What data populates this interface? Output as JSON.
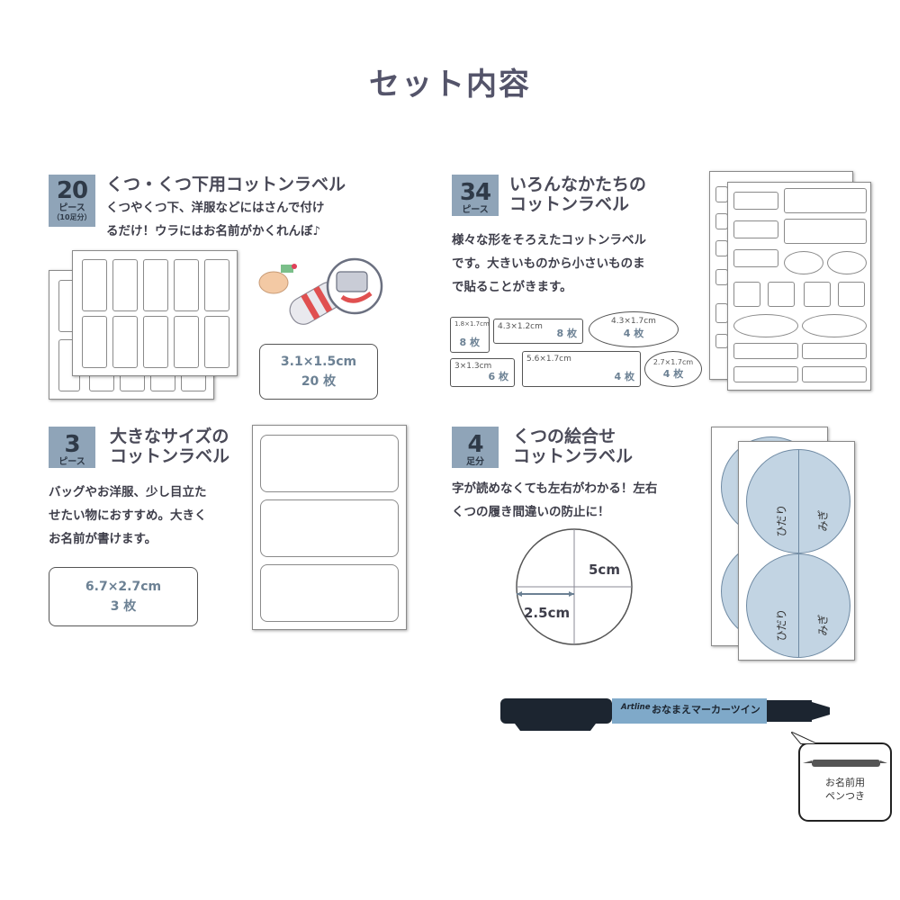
{
  "page": {
    "title": "セット内容"
  },
  "sections": [
    {
      "badge": {
        "number": "20",
        "unit": "ピース",
        "sub": "（10足分）"
      },
      "title": "くつ・くつ下用コットンラベル",
      "desc": [
        "くつやくつ下、洋服などにはさんで付け",
        "るだけ！ウラにはお名前がかくれんぼ♪"
      ],
      "spec": {
        "size": "3.1×1.5cm",
        "count": "20 枚"
      }
    },
    {
      "badge": {
        "number": "34",
        "unit": "ピース"
      },
      "title": [
        "いろんなかたちの",
        "コットンラベル"
      ],
      "desc": [
        "様々な形をそろえたコットンラベル",
        "です。大きいものから小さいものま",
        "で貼ることがきます。"
      ],
      "minis": [
        {
          "size": "1.8×1.7cm",
          "count": "8 枚"
        },
        {
          "size": "4.3×1.2cm",
          "count": "8 枚"
        },
        {
          "size": "4.3×1.7cm",
          "count": "4 枚"
        },
        {
          "size": "3×1.3cm",
          "count": "6 枚"
        },
        {
          "size": "5.6×1.7cm",
          "count": "4 枚"
        },
        {
          "size": "2.7×1.7cm",
          "count": "4 枚"
        }
      ]
    },
    {
      "badge": {
        "number": "3",
        "unit": "ピース"
      },
      "title": [
        "大きなサイズの",
        "コットンラベル"
      ],
      "desc": [
        "バッグやお洋服、少し目立た",
        "せたい物におすすめ。大きく",
        "お名前が書けます。"
      ],
      "spec": {
        "size": "6.7×2.7cm",
        "count": "3 枚"
      }
    },
    {
      "badge": {
        "number": "4",
        "unit": "足分"
      },
      "title": [
        "くつの絵合せ",
        "コットンラベル"
      ],
      "desc": [
        "字が読めなくても左右がわかる！左右",
        "くつの履き間違いの防止に！"
      ],
      "diagram": {
        "diameter": "5cm",
        "radius": "2.5cm"
      },
      "labels": {
        "left": "ひだり",
        "right": "みぎ"
      }
    }
  ],
  "pen": {
    "brand": "Artline",
    "name": "おなまえマーカーツイン"
  },
  "bubble": [
    "お名前用",
    "ペンつき"
  ],
  "colors": {
    "badge": "#8fa4b8",
    "title": "#54546a",
    "accent": "#6c8194",
    "circle": "#c2d4e3"
  }
}
